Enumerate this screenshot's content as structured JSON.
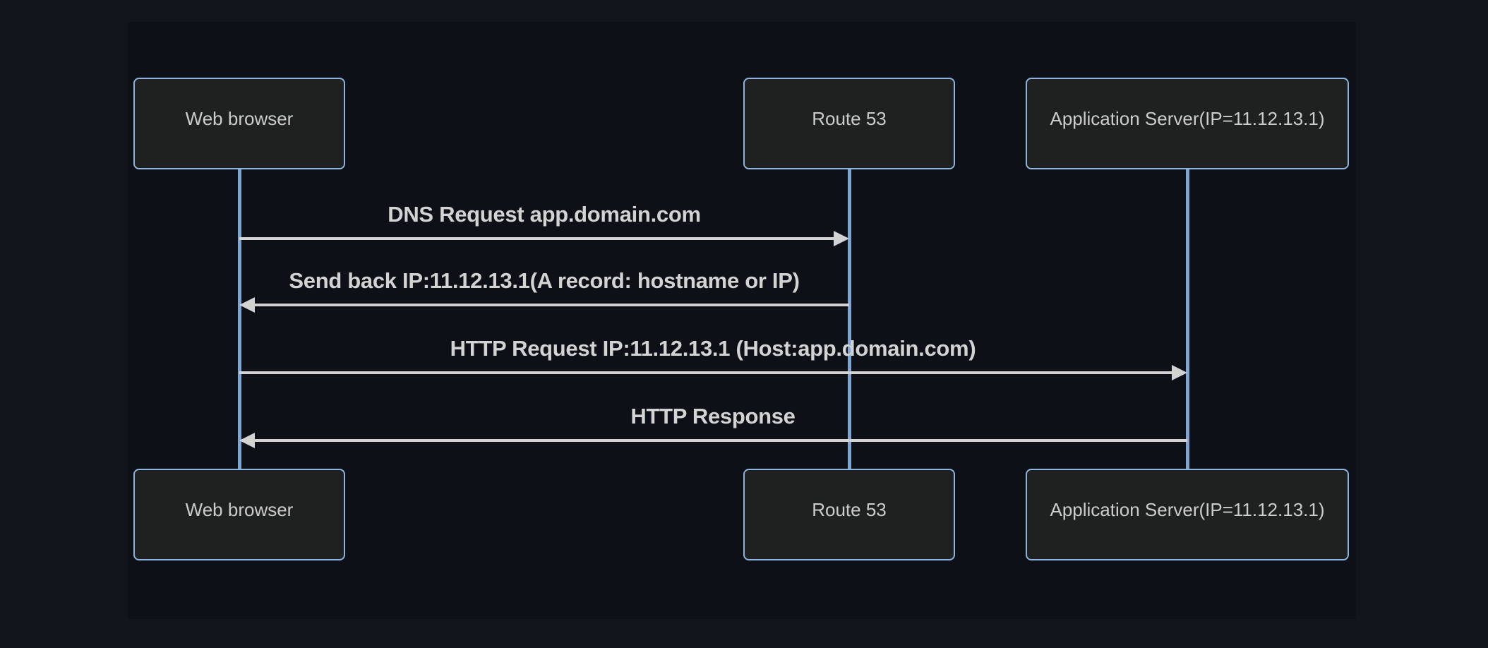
{
  "theme": {
    "page-bg": "#12151c",
    "surface-bg": "#0d1117",
    "actor-fill": "#1f2020",
    "actor-border": "#8cb4de",
    "actor-text": "#cccccc",
    "lifeline-color": "#7fa6d2",
    "message-color": "#d3d3d3"
  },
  "diagram": {
    "type": "sequence-diagram",
    "actors": [
      {
        "id": "web-browser",
        "label": "Web browser"
      },
      {
        "id": "route-53",
        "label": "Route 53"
      },
      {
        "id": "app-server",
        "label": "Application Server(IP=11.12.13.1)"
      }
    ],
    "messages": [
      {
        "from": "web-browser",
        "to": "route-53",
        "direction": "right",
        "label": "DNS Request app.domain.com"
      },
      {
        "from": "route-53",
        "to": "web-browser",
        "direction": "left",
        "label": "Send back IP:11.12.13.1(A record: hostname or IP)"
      },
      {
        "from": "web-browser",
        "to": "app-server",
        "direction": "right",
        "label": "HTTP Request IP:11.12.13.1 (Host:app.domain.com)"
      },
      {
        "from": "app-server",
        "to": "web-browser",
        "direction": "left",
        "label": "HTTP Response"
      }
    ]
  }
}
